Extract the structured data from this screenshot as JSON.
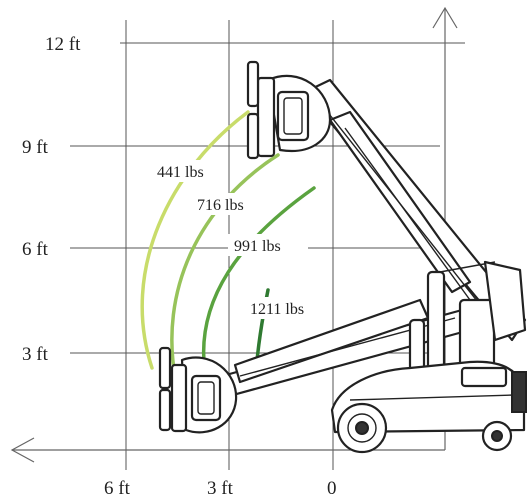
{
  "diagram": {
    "vertical_axis_labels": [
      "12 ft",
      "9 ft",
      "6 ft",
      "3 ft"
    ],
    "horizontal_axis_labels": [
      "6 ft",
      "3 ft",
      "0"
    ],
    "load_ratings": [
      {
        "label": "441 lbs",
        "color": "#c8dc6a"
      },
      {
        "label": "716 lbs",
        "color": "#97c35a"
      },
      {
        "label": "991 lbs",
        "color": "#5aa33f"
      },
      {
        "label": "1211 lbs",
        "color": "#2f7a31"
      }
    ],
    "machine": "telescopic glass lifting manipulator with vacuum cup head"
  }
}
